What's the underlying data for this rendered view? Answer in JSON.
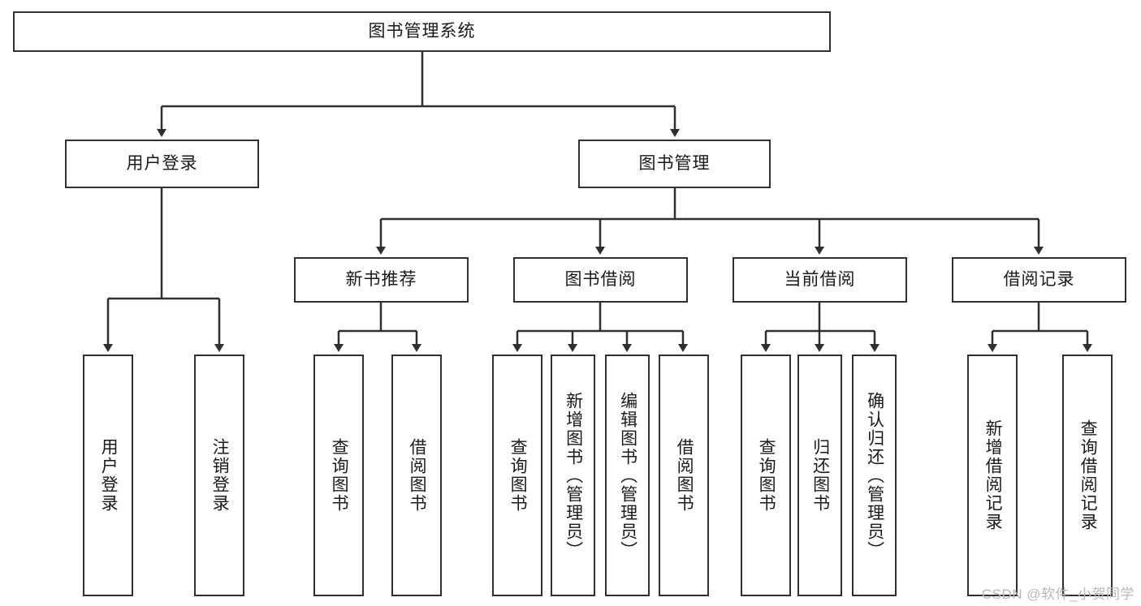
{
  "diagram": {
    "title": "图书管理系统",
    "watermark": "CSDN @软件_小贺同学",
    "line_color": "#2f2f2f",
    "box_fill": "#ffffff",
    "text_color": "#1a1a1a",
    "watermark_color": "#b8b8b8",
    "type": "tree",
    "root": {
      "id": "root",
      "label": "图书管理系统"
    },
    "level2": [
      {
        "id": "user-login",
        "label": "用户登录"
      },
      {
        "id": "book-manage",
        "label": "图书管理"
      }
    ],
    "level3": [
      {
        "id": "new-book-recommend",
        "label": "新书推荐",
        "parent": "book-manage"
      },
      {
        "id": "book-borrow",
        "label": "图书借阅",
        "parent": "book-manage"
      },
      {
        "id": "current-borrow",
        "label": "当前借阅",
        "parent": "book-manage"
      },
      {
        "id": "borrow-record",
        "label": "借阅记录",
        "parent": "book-manage"
      }
    ],
    "leaves": [
      {
        "id": "leaf-user-login",
        "label": "用户登录",
        "parent": "user-login"
      },
      {
        "id": "leaf-user-logout",
        "label": "注销登录",
        "parent": "user-login"
      },
      {
        "id": "leaf-query-book-1",
        "label": "查询图书",
        "parent": "new-book-recommend"
      },
      {
        "id": "leaf-borrow-book-1",
        "label": "借阅图书",
        "parent": "new-book-recommend"
      },
      {
        "id": "leaf-query-book-2",
        "label": "查询图书",
        "parent": "book-borrow"
      },
      {
        "id": "leaf-add-book",
        "label": "新增图书（管理员）",
        "parent": "book-borrow"
      },
      {
        "id": "leaf-edit-book",
        "label": "编辑图书（管理员）",
        "parent": "book-borrow"
      },
      {
        "id": "leaf-borrow-book-2",
        "label": "借阅图书",
        "parent": "book-borrow"
      },
      {
        "id": "leaf-query-book-3",
        "label": "查询图书",
        "parent": "current-borrow"
      },
      {
        "id": "leaf-return-book",
        "label": "归还图书",
        "parent": "current-borrow"
      },
      {
        "id": "leaf-confirm-return",
        "label": "确认归还（管理员）",
        "parent": "current-borrow"
      },
      {
        "id": "leaf-add-record",
        "label": "新增借阅记录",
        "parent": "borrow-record"
      },
      {
        "id": "leaf-query-record",
        "label": "查询借阅记录",
        "parent": "borrow-record"
      }
    ]
  }
}
